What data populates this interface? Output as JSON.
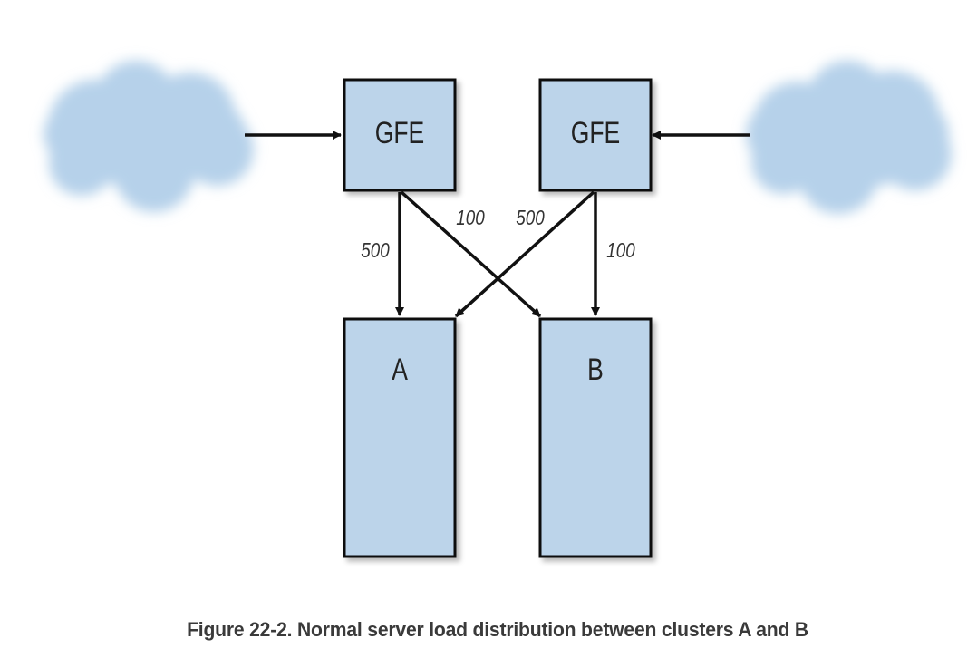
{
  "nodes": {
    "gfe_left": {
      "label": "GFE"
    },
    "gfe_right": {
      "label": "GFE"
    },
    "cluster_a": {
      "label": "A"
    },
    "cluster_b": {
      "label": "B"
    }
  },
  "edges": {
    "gfe_left_to_a": {
      "label": "500"
    },
    "gfe_left_to_b": {
      "label": "100"
    },
    "gfe_right_to_a": {
      "label": "500"
    },
    "gfe_right_to_b": {
      "label": "100"
    }
  },
  "caption": "Figure 22-2. Normal server load distribution between clusters A and B",
  "colors": {
    "box_fill": "#bcd4ea",
    "box_stroke": "#111111",
    "cloud_fill": "#b6d1ea",
    "arrow": "#111111"
  }
}
